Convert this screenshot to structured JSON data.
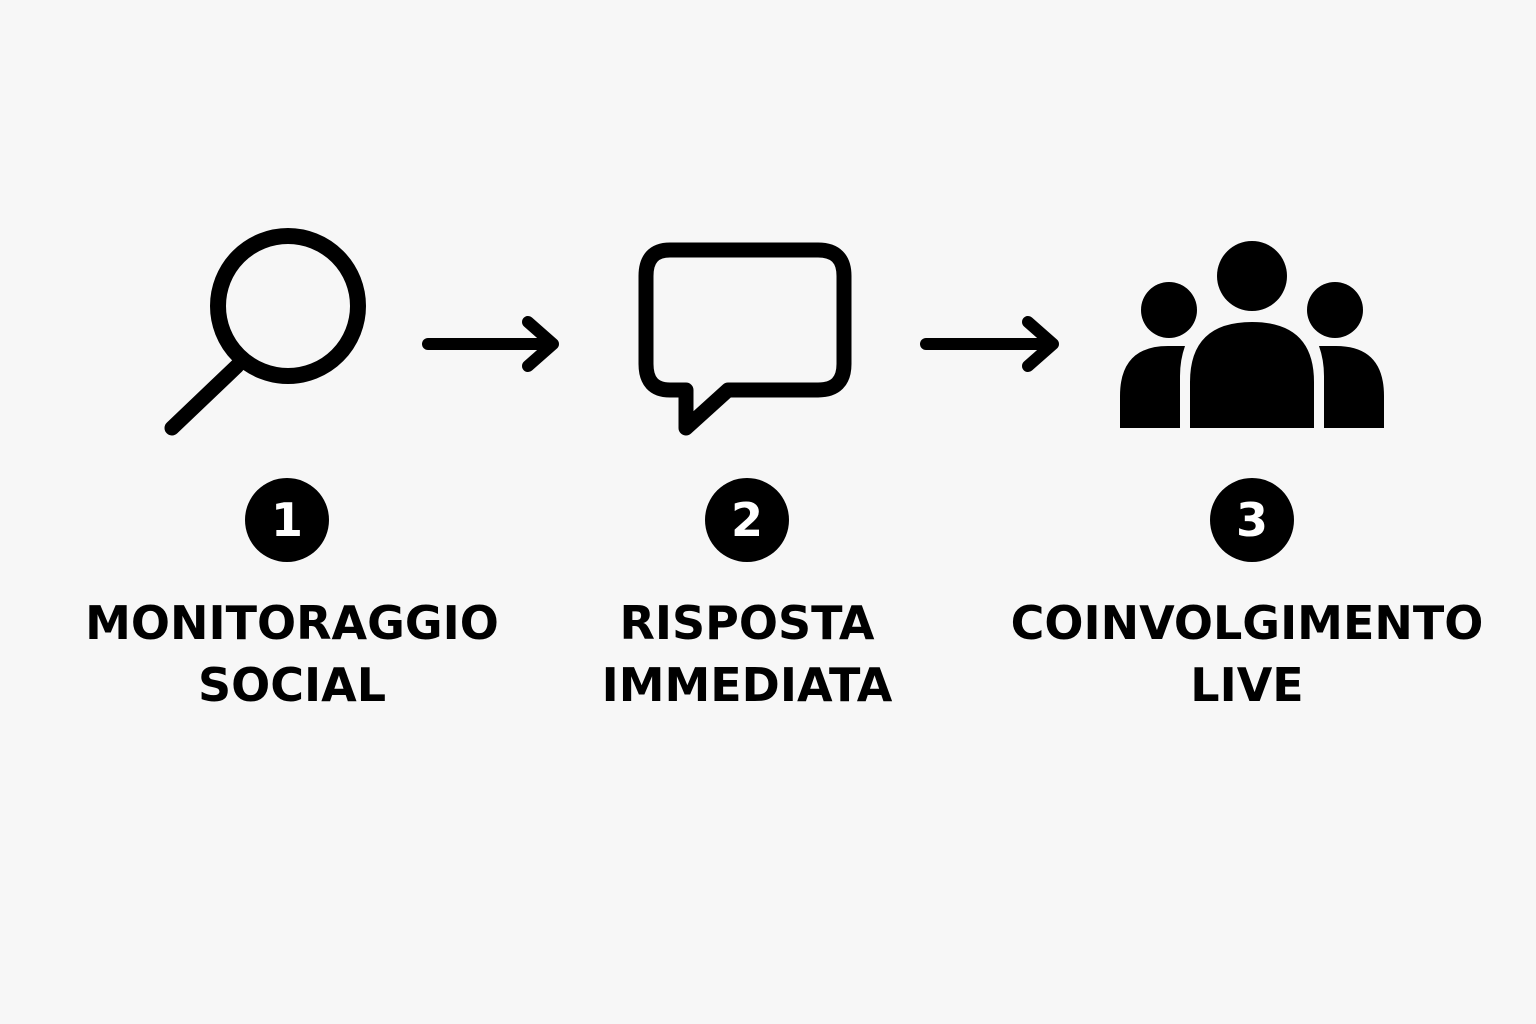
{
  "colors": {
    "background": "#f7f7f7",
    "ink": "#000000",
    "badge_text": "#ffffff"
  },
  "steps": [
    {
      "number": "1",
      "icon": "magnifying-glass-icon",
      "label_line1": "MONITORAGGIO",
      "label_line2": "SOCIAL"
    },
    {
      "number": "2",
      "icon": "speech-bubble-icon",
      "label_line1": "RISPOSTA",
      "label_line2": "IMMEDIATA"
    },
    {
      "number": "3",
      "icon": "people-group-icon",
      "label_line1": "COINVOLGIMENTO",
      "label_line2": "LIVE"
    }
  ],
  "connectors": [
    {
      "from": "1",
      "to": "2",
      "icon": "arrow-right-icon"
    },
    {
      "from": "2",
      "to": "3",
      "icon": "arrow-right-icon"
    }
  ]
}
